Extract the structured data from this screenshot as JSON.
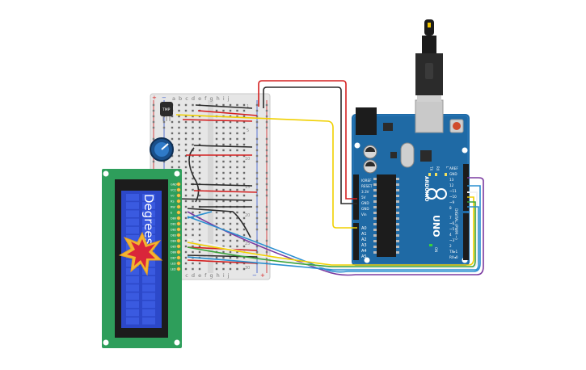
{
  "lcd": {
    "text": "Degrees",
    "pin_labels": [
      "GND",
      "VCC",
      "V0",
      "RS",
      "RW",
      "E",
      "DB0",
      "DB1",
      "DB2",
      "DB3",
      "DB4",
      "DB5",
      "DB6",
      "DB7",
      "LED",
      "LED"
    ]
  },
  "breadboard": {
    "top_letters": "a b c d e   f g h i j",
    "bottom_letters": "a b c d e   f g h i j",
    "plus": "+",
    "minus": "−",
    "row_numbers": [
      "1",
      "5",
      "10",
      "15",
      "20",
      "25",
      "30"
    ]
  },
  "sensor": {
    "label": "TMP"
  },
  "arduino": {
    "brand": "ARDUINO",
    "model": "UNO",
    "on_label": "ON",
    "tx_label": "TX",
    "rx_label": "RX",
    "l_label": "L",
    "digital_label": "DIGITAL (PWM ~)",
    "power_labels": [
      "IOREF",
      "RESET",
      "3.3V",
      "5V",
      "GND",
      "GND",
      "Vin"
    ],
    "analog_labels": [
      "A0",
      "A1",
      "A2",
      "A3",
      "A4",
      "A5"
    ],
    "digital_top": [
      "AREF",
      "GND",
      "13",
      "12",
      "~11",
      "~10",
      "~9",
      "8"
    ],
    "digital_bottom": [
      "7",
      "~6",
      "~5",
      "4",
      "~3",
      "2",
      "TX▸1",
      "RX◂0"
    ]
  },
  "colors": {
    "arduino_blue": "#1f6aa5",
    "breadboard": "#e9e9e9",
    "lcd_bezel": "#2e9e5b",
    "lcd_screen": "#2c48c9",
    "wire_red": "#d42020",
    "wire_black": "#2b2b2b",
    "wire_yellow": "#f0d000",
    "wire_green": "#3aa33a",
    "wire_blue": "#2a8fd0",
    "wire_purple": "#7a3aa0"
  }
}
